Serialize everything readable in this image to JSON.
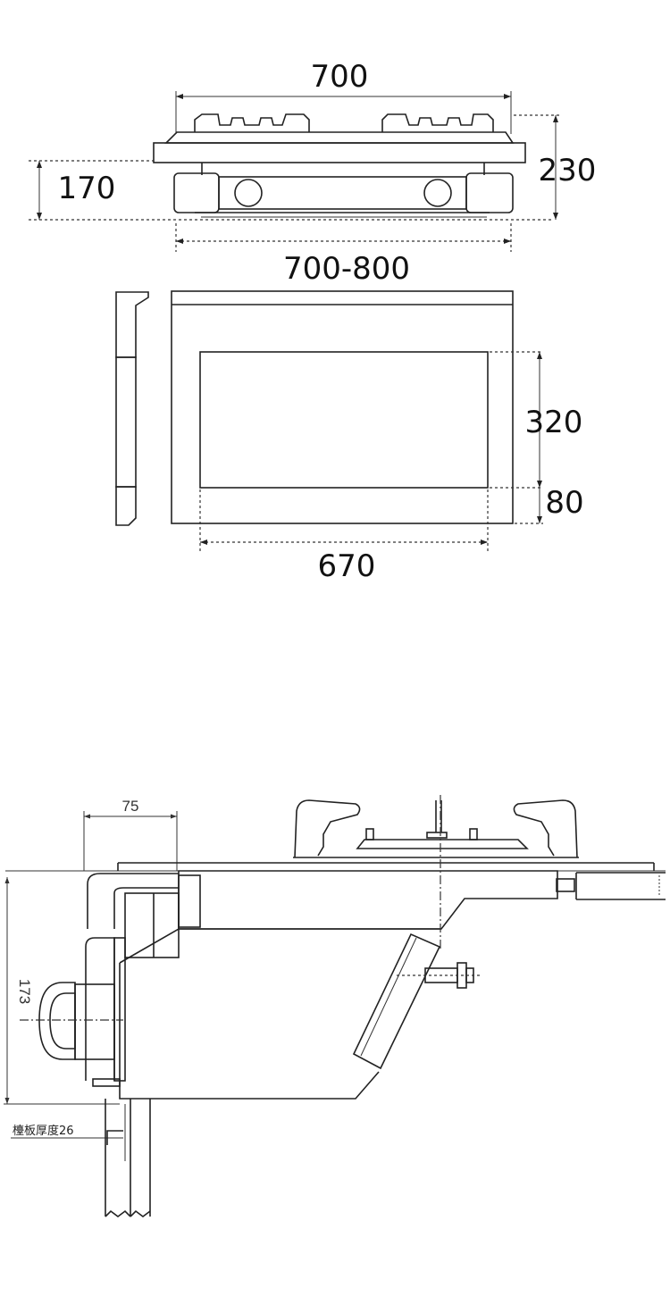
{
  "top_view": {
    "width_label": "700",
    "height_label": "230",
    "body_height_label": "170",
    "cutout_range_label": "700-800"
  },
  "cutout_view": {
    "depth_label": "320",
    "front_margin_label": "80",
    "width_label": "670"
  },
  "section_view": {
    "offset_label": "75",
    "height_label": "173",
    "panel_thickness_label": "檯板厚度26"
  }
}
